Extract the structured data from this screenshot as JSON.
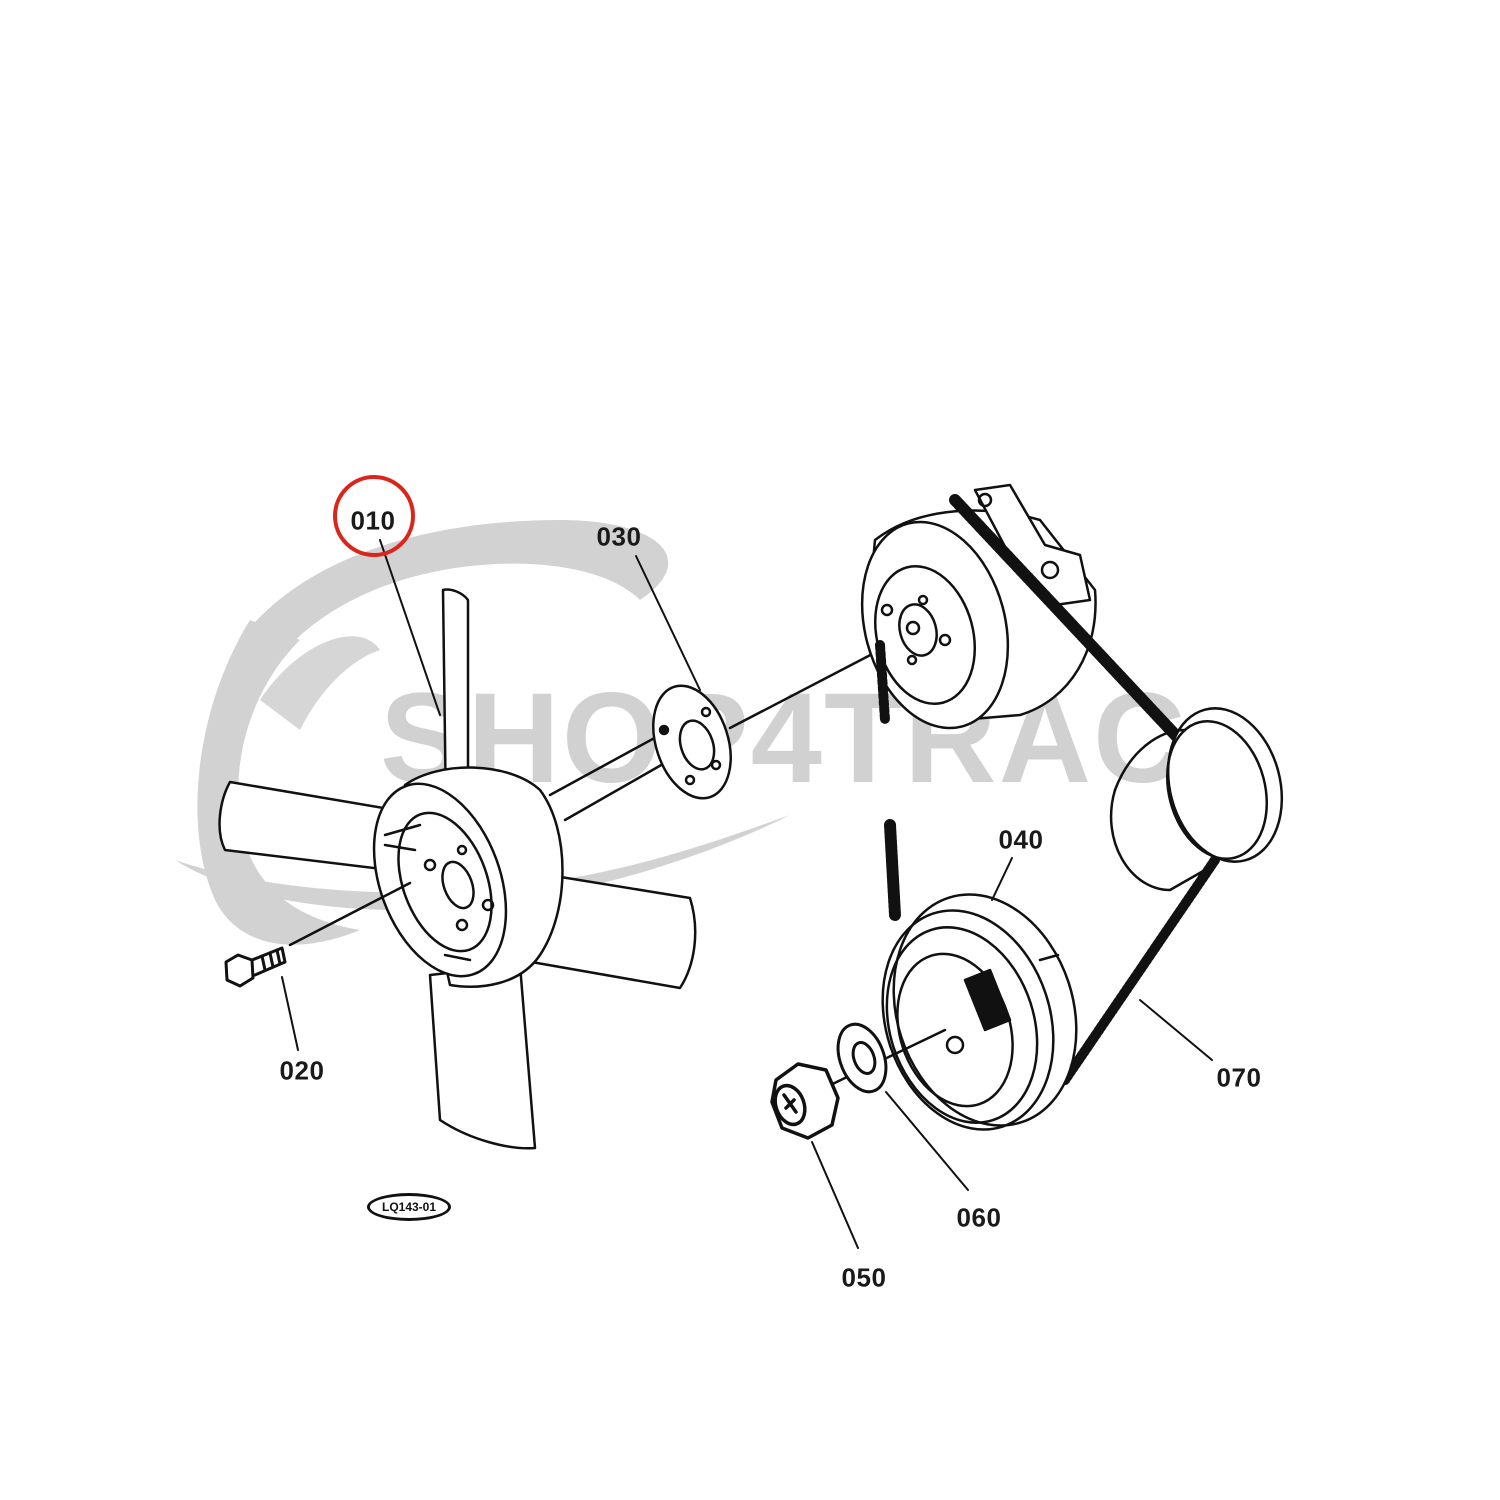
{
  "diagram": {
    "type": "exploded parts diagram",
    "subject": "Engine cooling fan, fan pulley, crankshaft pulley and fan belt",
    "figure_tag": "LQ143-01",
    "highlight_color": "#d9261c",
    "highlighted_part": "010",
    "watermark": {
      "text": "SHOP4TRAC",
      "color": "#c9c9c9"
    },
    "callouts": [
      {
        "id": "010",
        "label": "010",
        "part": "cooling-fan",
        "highlighted": true
      },
      {
        "id": "020",
        "label": "020",
        "part": "fan-bolt",
        "highlighted": false
      },
      {
        "id": "030",
        "label": "030",
        "part": "fan-spacer-plate",
        "highlighted": false
      },
      {
        "id": "040",
        "label": "040",
        "part": "crankshaft-pulley",
        "highlighted": false
      },
      {
        "id": "050",
        "label": "050",
        "part": "pulley-nut",
        "highlighted": false
      },
      {
        "id": "060",
        "label": "060",
        "part": "pulley-washer",
        "highlighted": false
      },
      {
        "id": "070",
        "label": "070",
        "part": "fan-belt",
        "highlighted": false
      }
    ]
  }
}
